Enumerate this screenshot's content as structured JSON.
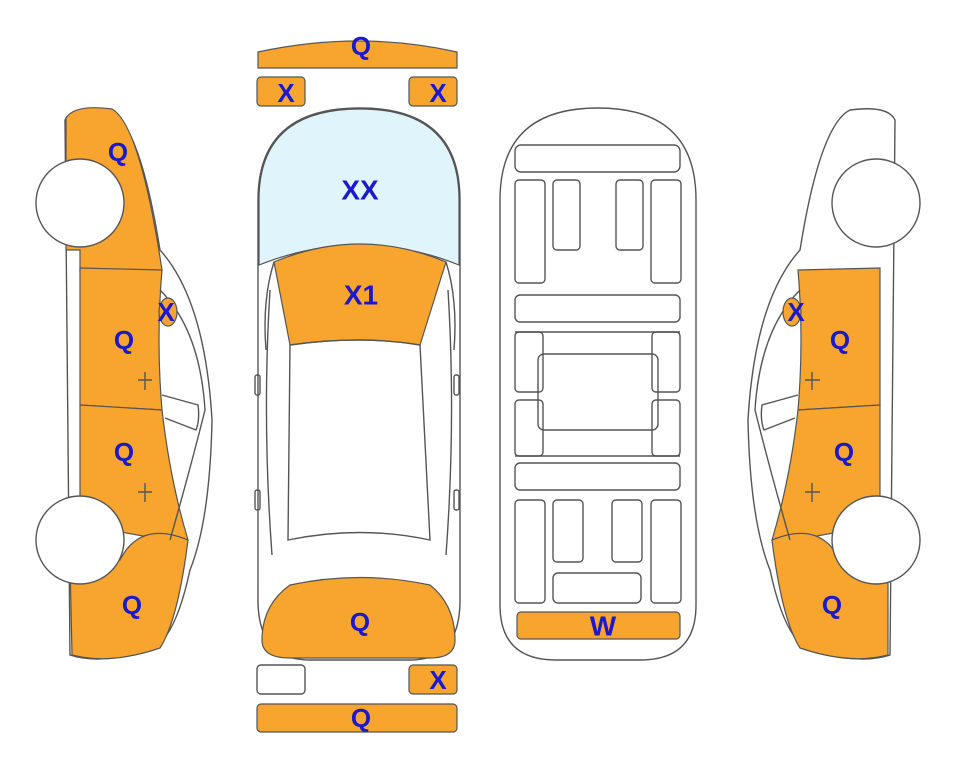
{
  "colors": {
    "damage": "#f7a52f",
    "glass": "#dff4fb",
    "outline": "#555555",
    "label": "#1a1acc",
    "body": "#ffffff"
  },
  "labels": {
    "front_bumper": "Q",
    "front_left_corner": "X",
    "front_right_corner": "X",
    "windshield": "XX",
    "hood": "X1",
    "trunk": "Q",
    "rear_right_corner": "X",
    "rear_bumper": "Q",
    "interior_rear": "W",
    "left_front_fender": "Q",
    "left_mirror": "X",
    "left_front_door": "Q",
    "left_rear_door": "Q",
    "left_rear_quarter": "Q",
    "right_mirror": "X",
    "right_front_door": "Q",
    "right_rear_door": "Q",
    "right_rear_quarter": "Q"
  }
}
